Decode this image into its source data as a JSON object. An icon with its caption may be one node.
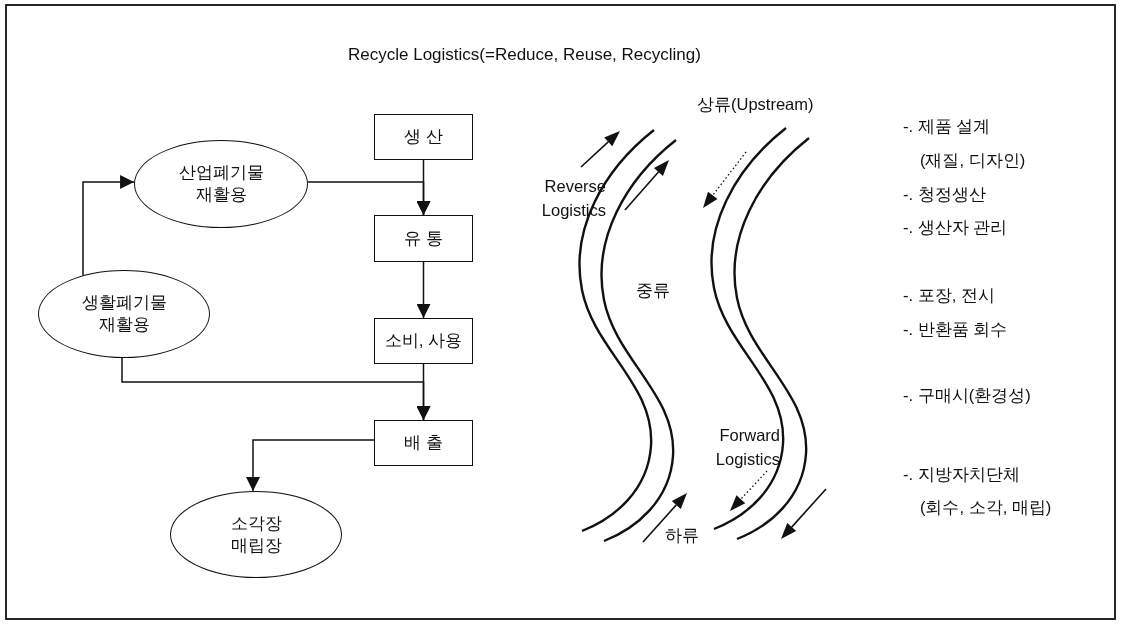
{
  "diagram": {
    "title": "Recycle Logistics(=Reduce, Reuse, Recycling)",
    "nodes": [
      {
        "text": [
          "생 산"
        ]
      },
      {
        "text": [
          "산업폐기물 재활용"
        ]
      },
      {
        "text": [
          "유 통"
        ]
      },
      {
        "text": [
          "생활폐기물 재활용"
        ]
      },
      {
        "text": [
          "소비, 사용"
        ]
      },
      {
        "text": [
          "배 출"
        ]
      },
      {
        "text": [
          "소각장 매립장"
        ]
      }
    ],
    "edges": [
      {
        "from": 0,
        "to": 2,
        "arrow": "to"
      },
      {
        "from": 1,
        "to": 2,
        "arrow": "to"
      },
      {
        "from": 3,
        "to": 1,
        "arrow": "to"
      },
      {
        "from": 2,
        "to": 4,
        "arrow": "to"
      },
      {
        "from": 4,
        "to": 5,
        "arrow": "to"
      },
      {
        "from": 3,
        "to": 5,
        "arrow": "to"
      },
      {
        "from": 5,
        "to": 6,
        "arrow": "to"
      }
    ],
    "labels": [
      "상류(Upstream)",
      "Reverse Logistics",
      "중류",
      "Forward Logistics",
      "하류",
      "-. 제품 설계",
      "(재질, 디자인)",
      "-. 청정생산",
      "-. 생산자 관리",
      "-. 포장, 전시",
      "-. 반환품 회수",
      "-. 구매시(환경성)",
      "-. 지방자치단체",
      "(회수, 소각, 매립)"
    ]
  }
}
